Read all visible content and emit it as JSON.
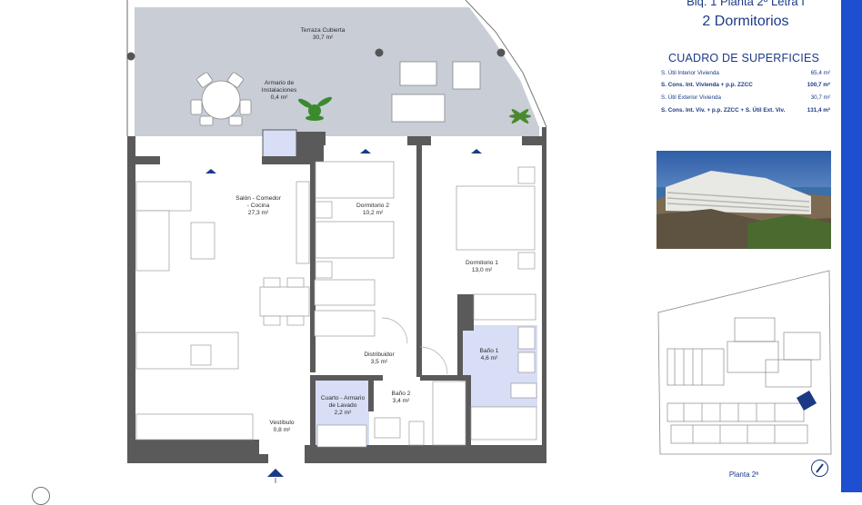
{
  "header": {
    "subtitle": "Blq. 1 Planta 2º Letra I",
    "title": "2 Dormitorios"
  },
  "surfaces": {
    "title": "CUADRO DE SUPERFICIES",
    "rows": [
      {
        "label": "S. Útil Interior Vivienda",
        "value": "65,4 m²",
        "bold": false
      },
      {
        "label": "S. Cons. Int. Vivienda + p.p. ZZCC",
        "value": "100,7 m²",
        "bold": true
      },
      {
        "label": "S. Útil Exterior Vivienda",
        "value": "30,7 m²",
        "bold": false
      },
      {
        "label": "S. Cons. Int. Viv. + p.p. ZZCC + S. Útil Ext. Viv.",
        "value": "131,4 m²",
        "bold": true
      }
    ]
  },
  "rooms": {
    "terraza": {
      "name": "Terraza Cubierta",
      "area": "30,7 m²"
    },
    "armario": {
      "name1": "Armario de",
      "name2": "Instalaciones",
      "area": "0,4 m²"
    },
    "salon": {
      "name1": "Salón - Comedor",
      "name2": "- Cocina",
      "area": "27,3 m²"
    },
    "dorm2": {
      "name": "Dormitorio 2",
      "area": "10,2 m²"
    },
    "dorm1": {
      "name": "Dormitorio 1",
      "area": "13,0 m²"
    },
    "distribuidor": {
      "name": "Distribuidor",
      "area": "3,5 m²"
    },
    "bano1": {
      "name": "Baño 1",
      "area": "4,6 m²"
    },
    "bano2": {
      "name": "Baño 2",
      "area": "3,4 m²"
    },
    "lavado": {
      "name1": "Cuarto - Armario",
      "name2": "de Lavado",
      "area": "2,2 m²"
    },
    "vestibulo": {
      "name": "Vestíbulo",
      "area": "0,8 m²"
    }
  },
  "entrance_marker": "I",
  "keyplan_label": "Planta 2ª",
  "colors": {
    "brand_blue": "#1b3a86",
    "accent_bar": "#1f4fd1",
    "terrace_fill": "#c8cdd6",
    "wet_room_fill": "#d7def5",
    "wall": "#5a5a5a"
  },
  "icons": [
    "compass-icon",
    "entrance-arrow-icon",
    "plant-icon",
    "window-marker-icon"
  ]
}
